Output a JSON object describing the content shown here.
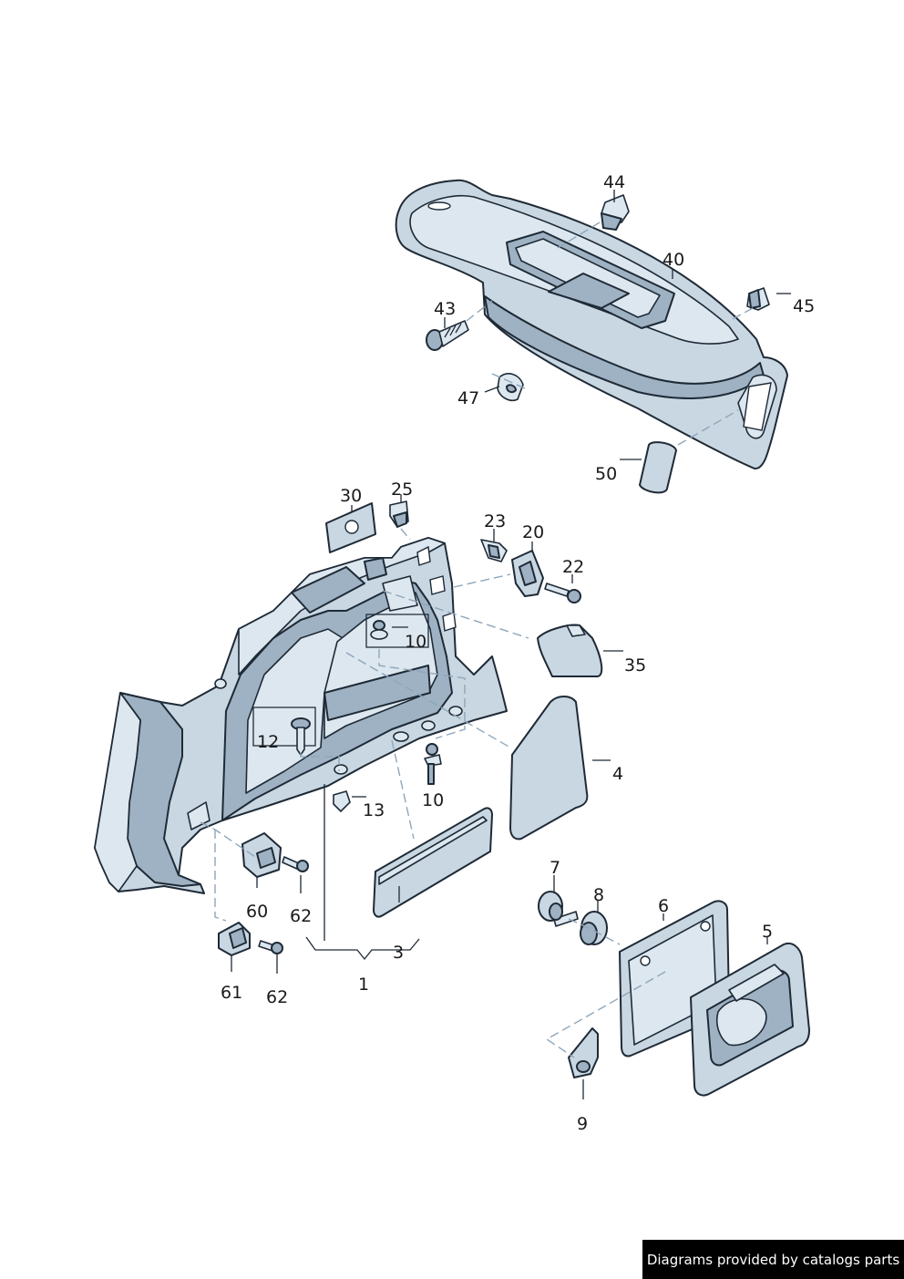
{
  "callouts": {
    "p1": "1",
    "p3": "3",
    "p4": "4",
    "p5": "5",
    "p6": "6",
    "p7": "7",
    "p8": "8",
    "p9": "9",
    "p10a": "10",
    "p10b": "10",
    "p12": "12",
    "p13": "13",
    "p20": "20",
    "p22": "22",
    "p23": "23",
    "p25": "25",
    "p30": "30",
    "p35": "35",
    "p40": "40",
    "p43": "43",
    "p44": "44",
    "p45": "45",
    "p47": "47",
    "p50": "50",
    "p60": "60",
    "p61": "61",
    "p62a": "62",
    "p62b": "62"
  },
  "credit": "Diagrams provided by catalogs parts",
  "colors": {
    "part": "#c9d7e2",
    "outline": "#1e2a36",
    "dashed_leader": "#8ea6bb",
    "credit_bg": "#000000"
  }
}
